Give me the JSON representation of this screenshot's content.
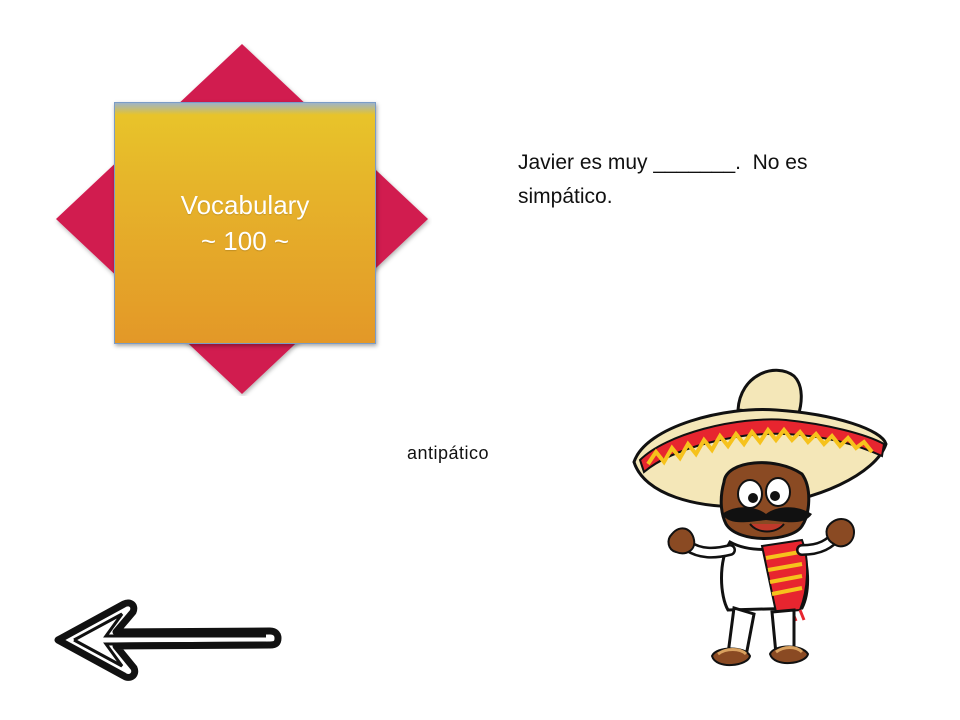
{
  "slide": {
    "tile": {
      "title": "Vocabulary",
      "points": "~ 100 ~",
      "diamond_color": "#d11a4f",
      "card_color_top": "#e8c62a",
      "card_color_bottom": "#e39828"
    },
    "question": {
      "line1": "Javier es muy _______.  No es",
      "line2": "simpático."
    },
    "answer": "antipático",
    "icons": {
      "back": "left-arrow-icon",
      "character": "mexican-man-sombrero-illustration"
    }
  }
}
